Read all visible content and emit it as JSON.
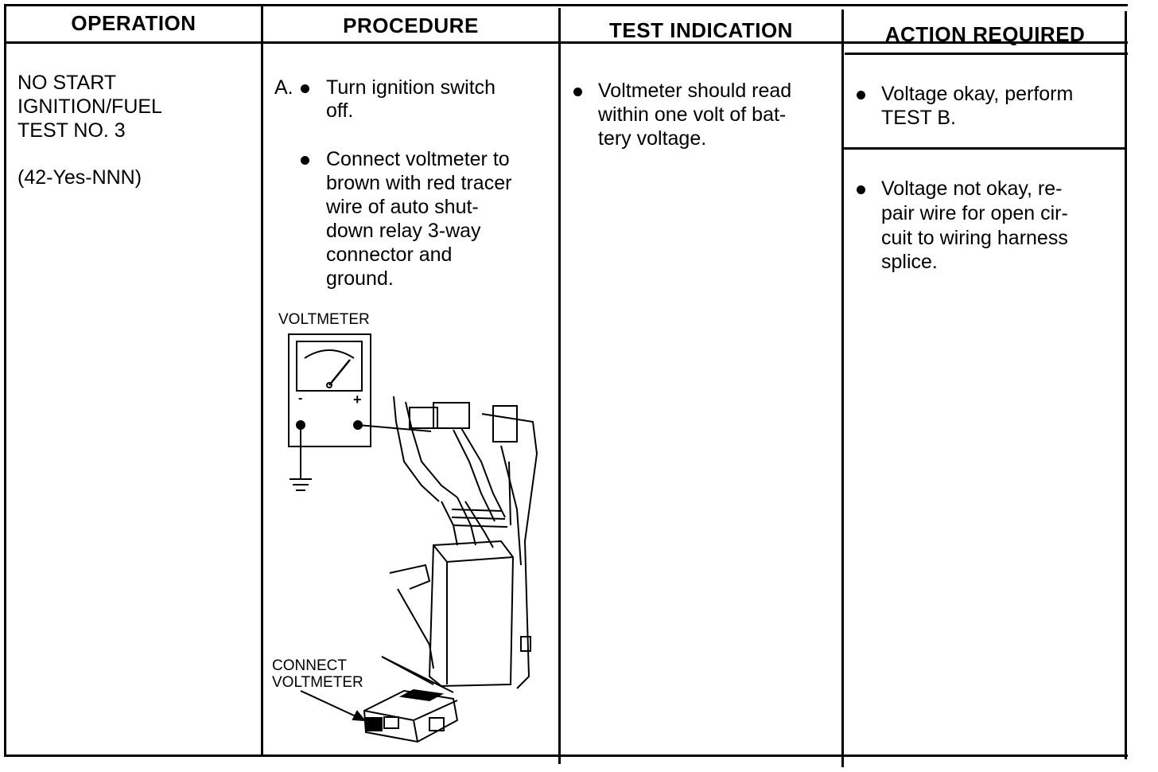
{
  "headers": {
    "operation": "OPERATION",
    "procedure": "PROCEDURE",
    "test_indication": "TEST INDICATION",
    "action_required": "ACTION REQUIRED"
  },
  "operation": {
    "line1": "NO START",
    "line2": "IGNITION/FUEL",
    "line3": "TEST NO. 3",
    "code": "(42-Yes-NNN)"
  },
  "procedure": {
    "step_label": "A.",
    "step1": [
      "Turn ignition switch",
      "off."
    ],
    "step2": [
      "Connect voltmeter to",
      "brown with red tracer",
      "wire of auto shut-",
      "down relay 3-way",
      "connector and",
      "ground."
    ]
  },
  "illustration": {
    "voltmeter_label": "VOLTMETER",
    "connect_label": [
      "CONNECT",
      "VOLTMETER"
    ],
    "minus": "-",
    "plus": "+"
  },
  "test_indication": {
    "lines": [
      "Voltmeter should read",
      "within one volt of bat-",
      "tery voltage."
    ]
  },
  "action_required": {
    "ok_lines": [
      "Voltage okay, perform",
      "TEST B."
    ],
    "not_ok_lines": [
      "Voltage not okay, re-",
      "pair wire for open cir-",
      "cuit to wiring harness",
      "splice."
    ]
  }
}
